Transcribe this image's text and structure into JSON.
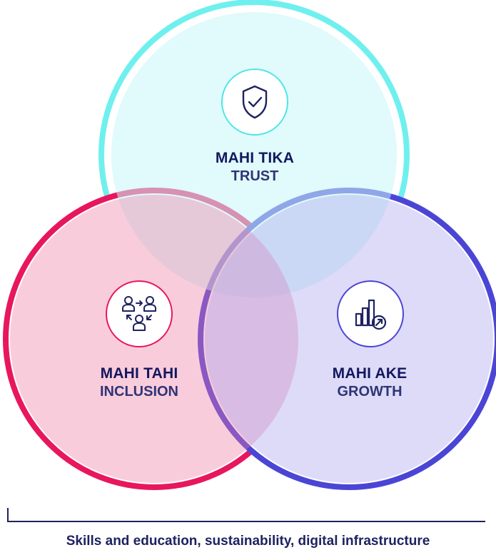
{
  "colors": {
    "trust": "#6ff0ef",
    "inclusion": "#e8175d",
    "growth": "#4b45d6",
    "text_dark": "#13175e"
  },
  "circles": [
    {
      "id": "trust",
      "maori": "MAHI TIKA",
      "english": "TRUST",
      "icon": "shield-check-icon"
    },
    {
      "id": "inclusion",
      "maori": "MAHI TAHI",
      "english": "INCLUSION",
      "icon": "people-exchange-icon"
    },
    {
      "id": "growth",
      "maori": "MAHI AKE",
      "english": "GROWTH",
      "icon": "bar-chart-growth-icon"
    }
  ],
  "footer": {
    "text": "Skills and education, sustainability, digital infrastructure"
  }
}
